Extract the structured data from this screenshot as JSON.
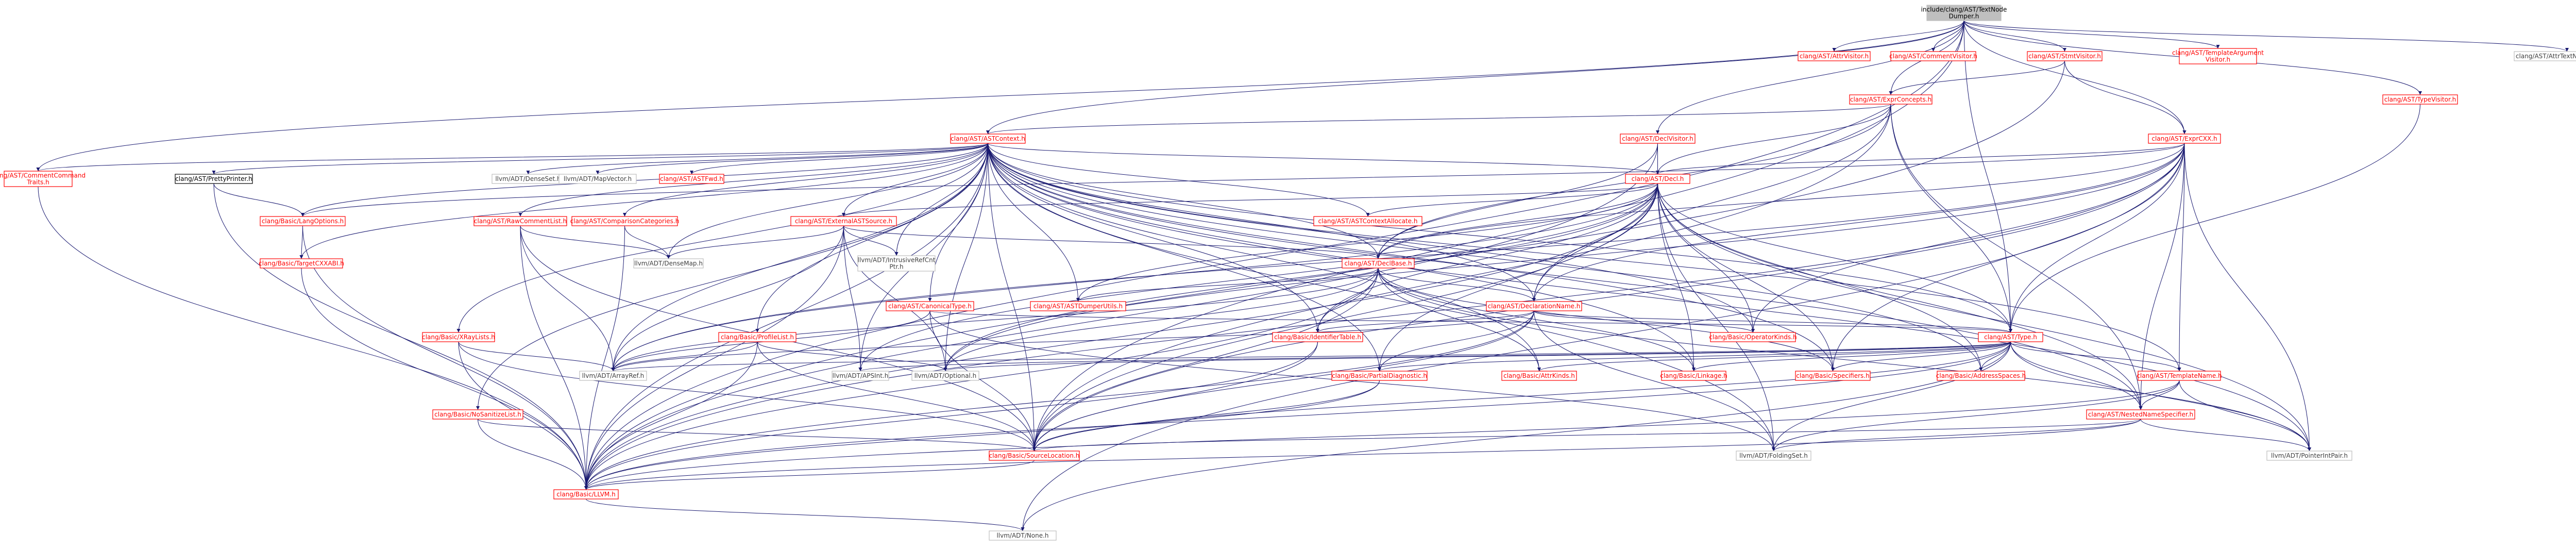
{
  "colors": {
    "edge": "#191970",
    "node_red_border": "#ff0000",
    "node_red_text": "#ff0000",
    "node_black_border": "#000000",
    "node_gray_border": "#bfbfbf",
    "node_gray_text": "#404040",
    "root_fill": "#bfbfbf",
    "node_fill": "#ffffff"
  },
  "graph": {
    "root": "n_root",
    "nodes": [
      {
        "id": "n_root",
        "lines": [
          "include/clang/AST/TextNode",
          "Dumper.h"
        ],
        "style": "root"
      },
      {
        "id": "n_ASTContext",
        "lines": [
          "clang/AST/ASTContext.h"
        ],
        "style": "red"
      },
      {
        "id": "n_CommentCommandTraits",
        "lines": [
          "clang/AST/CommentCommand",
          "Traits.h"
        ],
        "style": "red"
      },
      {
        "id": "n_AttrVisitor",
        "lines": [
          "clang/AST/AttrVisitor.h"
        ],
        "style": "red"
      },
      {
        "id": "n_CommentVisitor",
        "lines": [
          "clang/AST/CommentVisitor.h"
        ],
        "style": "red"
      },
      {
        "id": "n_StmtVisitor",
        "lines": [
          "clang/AST/StmtVisitor.h"
        ],
        "style": "red"
      },
      {
        "id": "n_TemplateArgumentVisitor",
        "lines": [
          "clang/AST/TemplateArgument",
          "Visitor.h"
        ],
        "style": "red"
      },
      {
        "id": "n_AttrTextNodeDump",
        "lines": [
          "clang/AST/AttrTextNodeDump.inc"
        ],
        "style": "gray"
      },
      {
        "id": "n_ExprConcepts",
        "lines": [
          "clang/AST/ExprConcepts.h"
        ],
        "style": "red"
      },
      {
        "id": "n_TypeVisitor",
        "lines": [
          "clang/AST/TypeVisitor.h"
        ],
        "style": "red"
      },
      {
        "id": "n_DeclVisitor",
        "lines": [
          "clang/AST/DeclVisitor.h"
        ],
        "style": "red"
      },
      {
        "id": "n_ExprCXX",
        "lines": [
          "clang/AST/ExprCXX.h"
        ],
        "style": "red"
      },
      {
        "id": "n_PrettyPrinter",
        "lines": [
          "clang/AST/PrettyPrinter.h"
        ],
        "style": "black"
      },
      {
        "id": "n_DenseSet",
        "lines": [
          "llvm/ADT/DenseSet.h"
        ],
        "style": "gray"
      },
      {
        "id": "n_MapVector",
        "lines": [
          "llvm/ADT/MapVector.h"
        ],
        "style": "gray"
      },
      {
        "id": "n_ASTFwd",
        "lines": [
          "clang/AST/ASTFwd.h"
        ],
        "style": "red"
      },
      {
        "id": "n_Decl",
        "lines": [
          "clang/AST/Decl.h"
        ],
        "style": "red"
      },
      {
        "id": "n_LangOptions",
        "lines": [
          "clang/Basic/LangOptions.h"
        ],
        "style": "red"
      },
      {
        "id": "n_RawCommentList",
        "lines": [
          "clang/AST/RawCommentList.h"
        ],
        "style": "red"
      },
      {
        "id": "n_ComparisonCategories",
        "lines": [
          "clang/AST/ComparisonCategories.h"
        ],
        "style": "red"
      },
      {
        "id": "n_ExternalASTSource",
        "lines": [
          "clang/AST/ExternalASTSource.h"
        ],
        "style": "red"
      },
      {
        "id": "n_ASTContextAllocate",
        "lines": [
          "clang/AST/ASTContextAllocate.h"
        ],
        "style": "red"
      },
      {
        "id": "n_TargetCXXABI",
        "lines": [
          "clang/Basic/TargetCXXABI.h"
        ],
        "style": "red"
      },
      {
        "id": "n_DenseMap",
        "lines": [
          "llvm/ADT/DenseMap.h"
        ],
        "style": "gray"
      },
      {
        "id": "n_IntrusiveRefCntPtr",
        "lines": [
          "llvm/ADT/IntrusiveRefCnt",
          "Ptr.h"
        ],
        "style": "gray"
      },
      {
        "id": "n_DeclBase",
        "lines": [
          "clang/AST/DeclBase.h"
        ],
        "style": "red"
      },
      {
        "id": "n_CanonicalType",
        "lines": [
          "clang/AST/CanonicalType.h"
        ],
        "style": "red"
      },
      {
        "id": "n_ASTDumperUtils",
        "lines": [
          "clang/AST/ASTDumperUtils.h"
        ],
        "style": "red"
      },
      {
        "id": "n_DeclarationName",
        "lines": [
          "clang/AST/DeclarationName.h"
        ],
        "style": "red"
      },
      {
        "id": "n_XRayLists",
        "lines": [
          "clang/Basic/XRayLists.h"
        ],
        "style": "red"
      },
      {
        "id": "n_ProfileList",
        "lines": [
          "clang/Basic/ProfileList.h"
        ],
        "style": "red"
      },
      {
        "id": "n_IdentifierTable",
        "lines": [
          "clang/Basic/IdentifierTable.h"
        ],
        "style": "red"
      },
      {
        "id": "n_OperatorKinds",
        "lines": [
          "clang/Basic/OperatorKinds.h"
        ],
        "style": "red"
      },
      {
        "id": "n_Type",
        "lines": [
          "clang/AST/Type.h"
        ],
        "style": "red"
      },
      {
        "id": "n_ArrayRef",
        "lines": [
          "llvm/ADT/ArrayRef.h"
        ],
        "style": "gray"
      },
      {
        "id": "n_APSInt",
        "lines": [
          "llvm/ADT/APSInt.h"
        ],
        "style": "gray"
      },
      {
        "id": "n_Optional",
        "lines": [
          "llvm/ADT/Optional.h"
        ],
        "style": "gray"
      },
      {
        "id": "n_PartialDiagnostic",
        "lines": [
          "clang/Basic/PartialDiagnostic.h"
        ],
        "style": "red"
      },
      {
        "id": "n_AttrKinds",
        "lines": [
          "clang/Basic/AttrKinds.h"
        ],
        "style": "red"
      },
      {
        "id": "n_Linkage",
        "lines": [
          "clang/Basic/Linkage.h"
        ],
        "style": "red"
      },
      {
        "id": "n_Specifiers",
        "lines": [
          "clang/Basic/Specifiers.h"
        ],
        "style": "red"
      },
      {
        "id": "n_AddressSpaces",
        "lines": [
          "clang/Basic/AddressSpaces.h"
        ],
        "style": "red"
      },
      {
        "id": "n_TemplateName",
        "lines": [
          "clang/AST/TemplateName.h"
        ],
        "style": "red"
      },
      {
        "id": "n_NoSanitizeList",
        "lines": [
          "clang/Basic/NoSanitizeList.h"
        ],
        "style": "red"
      },
      {
        "id": "n_NestedNameSpecifier",
        "lines": [
          "clang/AST/NestedNameSpecifier.h"
        ],
        "style": "red"
      },
      {
        "id": "n_SourceLocation",
        "lines": [
          "clang/Basic/SourceLocation.h"
        ],
        "style": "red"
      },
      {
        "id": "n_FoldingSet",
        "lines": [
          "llvm/ADT/FoldingSet.h"
        ],
        "style": "gray"
      },
      {
        "id": "n_PointerIntPair",
        "lines": [
          "llvm/ADT/PointerIntPair.h"
        ],
        "style": "gray"
      },
      {
        "id": "n_LLVM",
        "lines": [
          "clang/Basic/LLVM.h"
        ],
        "style": "red"
      },
      {
        "id": "n_None",
        "lines": [
          "llvm/ADT/None.h"
        ],
        "style": "gray"
      }
    ],
    "edges": [
      [
        "n_root",
        "n_ASTContext"
      ],
      [
        "n_root",
        "n_CommentCommandTraits"
      ],
      [
        "n_root",
        "n_AttrVisitor"
      ],
      [
        "n_root",
        "n_CommentVisitor"
      ],
      [
        "n_root",
        "n_StmtVisitor"
      ],
      [
        "n_root",
        "n_TemplateArgumentVisitor"
      ],
      [
        "n_root",
        "n_AttrTextNodeDump"
      ],
      [
        "n_root",
        "n_ExprConcepts"
      ],
      [
        "n_root",
        "n_TypeVisitor"
      ],
      [
        "n_root",
        "n_DeclVisitor"
      ],
      [
        "n_root",
        "n_ExprCXX"
      ],
      [
        "n_root",
        "n_Type"
      ],
      [
        "n_root",
        "n_LLVM"
      ],
      [
        "n_root",
        "n_SourceLocation"
      ],
      [
        "n_StmtVisitor",
        "n_ExprConcepts"
      ],
      [
        "n_StmtVisitor",
        "n_ExprCXX"
      ],
      [
        "n_StmtVisitor",
        "n_LLVM"
      ],
      [
        "n_TypeVisitor",
        "n_Type"
      ],
      [
        "n_ExprConcepts",
        "n_ASTContext"
      ],
      [
        "n_ExprConcepts",
        "n_Decl"
      ],
      [
        "n_ExprConcepts",
        "n_DeclarationName"
      ],
      [
        "n_ExprConcepts",
        "n_NestedNameSpecifier"
      ],
      [
        "n_ExprConcepts",
        "n_SourceLocation"
      ],
      [
        "n_ExprConcepts",
        "n_Type"
      ],
      [
        "n_ExprConcepts",
        "n_DeclBase"
      ],
      [
        "n_DeclVisitor",
        "n_Decl"
      ],
      [
        "n_DeclVisitor",
        "n_DeclBase"
      ],
      [
        "n_DeclVisitor",
        "n_LLVM"
      ],
      [
        "n_ExprCXX",
        "n_Decl"
      ],
      [
        "n_ExprCXX",
        "n_DeclBase"
      ],
      [
        "n_ExprCXX",
        "n_DeclarationName"
      ],
      [
        "n_ExprCXX",
        "n_NestedNameSpecifier"
      ],
      [
        "n_ExprCXX",
        "n_OperatorKinds"
      ],
      [
        "n_ExprCXX",
        "n_Type"
      ],
      [
        "n_ExprCXX",
        "n_Specifiers"
      ],
      [
        "n_ExprCXX",
        "n_LLVM"
      ],
      [
        "n_ExprCXX",
        "n_None"
      ],
      [
        "n_ExprCXX",
        "n_ArrayRef"
      ],
      [
        "n_ExprCXX",
        "n_Optional"
      ],
      [
        "n_ExprCXX",
        "n_PointerIntPair"
      ],
      [
        "n_ExprCXX",
        "n_SourceLocation"
      ],
      [
        "n_ExprCXX",
        "n_LangOptions"
      ],
      [
        "n_ExprCXX",
        "n_TemplateName"
      ],
      [
        "n_ASTContext",
        "n_CommentCommandTraits"
      ],
      [
        "n_ASTContext",
        "n_PrettyPrinter"
      ],
      [
        "n_ASTContext",
        "n_DenseSet"
      ],
      [
        "n_ASTContext",
        "n_MapVector"
      ],
      [
        "n_ASTContext",
        "n_ASTFwd"
      ],
      [
        "n_ASTContext",
        "n_Decl"
      ],
      [
        "n_ASTContext",
        "n_LangOptions"
      ],
      [
        "n_ASTContext",
        "n_RawCommentList"
      ],
      [
        "n_ASTContext",
        "n_ComparisonCategories"
      ],
      [
        "n_ASTContext",
        "n_ExternalASTSource"
      ],
      [
        "n_ASTContext",
        "n_ASTContextAllocate"
      ],
      [
        "n_ASTContext",
        "n_TargetCXXABI"
      ],
      [
        "n_ASTContext",
        "n_DenseMap"
      ],
      [
        "n_ASTContext",
        "n_IntrusiveRefCntPtr"
      ],
      [
        "n_ASTContext",
        "n_DeclBase"
      ],
      [
        "n_ASTContext",
        "n_CanonicalType"
      ],
      [
        "n_ASTContext",
        "n_ASTDumperUtils"
      ],
      [
        "n_ASTContext",
        "n_DeclarationName"
      ],
      [
        "n_ASTContext",
        "n_XRayLists"
      ],
      [
        "n_ASTContext",
        "n_ProfileList"
      ],
      [
        "n_ASTContext",
        "n_IdentifierTable"
      ],
      [
        "n_ASTContext",
        "n_OperatorKinds"
      ],
      [
        "n_ASTContext",
        "n_Type"
      ],
      [
        "n_ASTContext",
        "n_ArrayRef"
      ],
      [
        "n_ASTContext",
        "n_APSInt"
      ],
      [
        "n_ASTContext",
        "n_Optional"
      ],
      [
        "n_ASTContext",
        "n_PartialDiagnostic"
      ],
      [
        "n_ASTContext",
        "n_AttrKinds"
      ],
      [
        "n_ASTContext",
        "n_Linkage"
      ],
      [
        "n_ASTContext",
        "n_Specifiers"
      ],
      [
        "n_ASTContext",
        "n_AddressSpaces"
      ],
      [
        "n_ASTContext",
        "n_TemplateName"
      ],
      [
        "n_ASTContext",
        "n_NoSanitizeList"
      ],
      [
        "n_ASTContext",
        "n_NestedNameSpecifier"
      ],
      [
        "n_ASTContext",
        "n_SourceLocation"
      ],
      [
        "n_ASTContext",
        "n_FoldingSet"
      ],
      [
        "n_ASTContext",
        "n_PointerIntPair"
      ],
      [
        "n_ASTContext",
        "n_LLVM"
      ],
      [
        "n_CommentCommandTraits",
        "n_LLVM"
      ],
      [
        "n_PrettyPrinter",
        "n_LangOptions"
      ],
      [
        "n_PrettyPrinter",
        "n_LLVM"
      ],
      [
        "n_LangOptions",
        "n_TargetCXXABI"
      ],
      [
        "n_LangOptions",
        "n_LLVM"
      ],
      [
        "n_TargetCXXABI",
        "n_LLVM"
      ],
      [
        "n_RawCommentList",
        "n_DenseMap"
      ],
      [
        "n_RawCommentList",
        "n_ArrayRef"
      ],
      [
        "n_RawCommentList",
        "n_SourceLocation"
      ],
      [
        "n_RawCommentList",
        "n_LLVM"
      ],
      [
        "n_ComparisonCategories",
        "n_DenseMap"
      ],
      [
        "n_ComparisonCategories",
        "n_LLVM"
      ],
      [
        "n_ExternalASTSource",
        "n_DeclBase"
      ],
      [
        "n_ExternalASTSource",
        "n_DenseMap"
      ],
      [
        "n_ExternalASTSource",
        "n_IntrusiveRefCntPtr"
      ],
      [
        "n_ExternalASTSource",
        "n_ArrayRef"
      ],
      [
        "n_ExternalASTSource",
        "n_APSInt"
      ],
      [
        "n_ExternalASTSource",
        "n_Optional"
      ],
      [
        "n_ExternalASTSource",
        "n_LLVM"
      ],
      [
        "n_Decl",
        "n_ASTContextAllocate"
      ],
      [
        "n_Decl",
        "n_ExternalASTSource"
      ],
      [
        "n_Decl",
        "n_DeclBase"
      ],
      [
        "n_Decl",
        "n_DeclarationName"
      ],
      [
        "n_Decl",
        "n_NestedNameSpecifier"
      ],
      [
        "n_Decl",
        "n_Type"
      ],
      [
        "n_Decl",
        "n_IdentifierTable"
      ],
      [
        "n_Decl",
        "n_OperatorKinds"
      ],
      [
        "n_Decl",
        "n_PartialDiagnostic"
      ],
      [
        "n_Decl",
        "n_Linkage"
      ],
      [
        "n_Decl",
        "n_Specifiers"
      ],
      [
        "n_Decl",
        "n_AddressSpaces"
      ],
      [
        "n_Decl",
        "n_SourceLocation"
      ],
      [
        "n_Decl",
        "n_LLVM"
      ],
      [
        "n_Decl",
        "n_ArrayRef"
      ],
      [
        "n_Decl",
        "n_APSInt"
      ],
      [
        "n_Decl",
        "n_Optional"
      ],
      [
        "n_Decl",
        "n_PointerIntPair"
      ],
      [
        "n_Decl",
        "n_FoldingSet"
      ],
      [
        "n_Decl",
        "n_ASTDumperUtils"
      ],
      [
        "n_DeclBase",
        "n_ASTDumperUtils"
      ],
      [
        "n_DeclBase",
        "n_DeclarationName"
      ],
      [
        "n_DeclBase",
        "n_AttrKinds"
      ],
      [
        "n_DeclBase",
        "n_IdentifierTable"
      ],
      [
        "n_DeclBase",
        "n_Linkage"
      ],
      [
        "n_DeclBase",
        "n_Specifiers"
      ],
      [
        "n_DeclBase",
        "n_SourceLocation"
      ],
      [
        "n_DeclBase",
        "n_LLVM"
      ],
      [
        "n_DeclBase",
        "n_ArrayRef"
      ],
      [
        "n_DeclBase",
        "n_PointerIntPair"
      ],
      [
        "n_DeclBase",
        "n_Optional"
      ],
      [
        "n_CanonicalType",
        "n_Type"
      ],
      [
        "n_CanonicalType",
        "n_SourceLocation"
      ],
      [
        "n_CanonicalType",
        "n_FoldingSet"
      ],
      [
        "n_CanonicalType",
        "n_ArrayRef"
      ],
      [
        "n_DeclarationName",
        "n_Type"
      ],
      [
        "n_DeclarationName",
        "n_OperatorKinds"
      ],
      [
        "n_DeclarationName",
        "n_PartialDiagnostic"
      ],
      [
        "n_DeclarationName",
        "n_SourceLocation"
      ],
      [
        "n_DeclarationName",
        "n_FoldingSet"
      ],
      [
        "n_DeclarationName",
        "n_IdentifierTable"
      ],
      [
        "n_DeclarationName",
        "n_LLVM"
      ],
      [
        "n_DeclarationName",
        "n_ArrayRef"
      ],
      [
        "n_XRayLists",
        "n_ArrayRef"
      ],
      [
        "n_XRayLists",
        "n_SourceLocation"
      ],
      [
        "n_XRayLists",
        "n_LLVM"
      ],
      [
        "n_ProfileList",
        "n_ArrayRef"
      ],
      [
        "n_ProfileList",
        "n_Optional"
      ],
      [
        "n_ProfileList",
        "n_SourceLocation"
      ],
      [
        "n_ProfileList",
        "n_LLVM"
      ],
      [
        "n_IdentifierTable",
        "n_LLVM"
      ],
      [
        "n_IdentifierTable",
        "n_SourceLocation"
      ],
      [
        "n_Type",
        "n_NestedNameSpecifier"
      ],
      [
        "n_Type",
        "n_TemplateName"
      ],
      [
        "n_Type",
        "n_AddressSpaces"
      ],
      [
        "n_Type",
        "n_AttrKinds"
      ],
      [
        "n_Type",
        "n_Linkage"
      ],
      [
        "n_Type",
        "n_PartialDiagnostic"
      ],
      [
        "n_Type",
        "n_Specifiers"
      ],
      [
        "n_Type",
        "n_SourceLocation"
      ],
      [
        "n_Type",
        "n_LLVM"
      ],
      [
        "n_Type",
        "n_APSInt"
      ],
      [
        "n_Type",
        "n_ArrayRef"
      ],
      [
        "n_Type",
        "n_FoldingSet"
      ],
      [
        "n_Type",
        "n_None"
      ],
      [
        "n_Type",
        "n_Optional"
      ],
      [
        "n_Type",
        "n_PointerIntPair"
      ],
      [
        "n_PartialDiagnostic",
        "n_SourceLocation"
      ],
      [
        "n_PartialDiagnostic",
        "n_LLVM"
      ],
      [
        "n_TemplateName",
        "n_NestedNameSpecifier"
      ],
      [
        "n_TemplateName",
        "n_LLVM"
      ],
      [
        "n_TemplateName",
        "n_FoldingSet"
      ],
      [
        "n_TemplateName",
        "n_PointerIntPair"
      ],
      [
        "n_NoSanitizeList",
        "n_SourceLocation"
      ],
      [
        "n_NoSanitizeList",
        "n_LLVM"
      ],
      [
        "n_NestedNameSpecifier",
        "n_SourceLocation"
      ],
      [
        "n_NestedNameSpecifier",
        "n_FoldingSet"
      ],
      [
        "n_NestedNameSpecifier",
        "n_PointerIntPair"
      ],
      [
        "n_NestedNameSpecifier",
        "n_LLVM"
      ],
      [
        "n_SourceLocation",
        "n_LLVM"
      ],
      [
        "n_LLVM",
        "n_None"
      ]
    ]
  }
}
